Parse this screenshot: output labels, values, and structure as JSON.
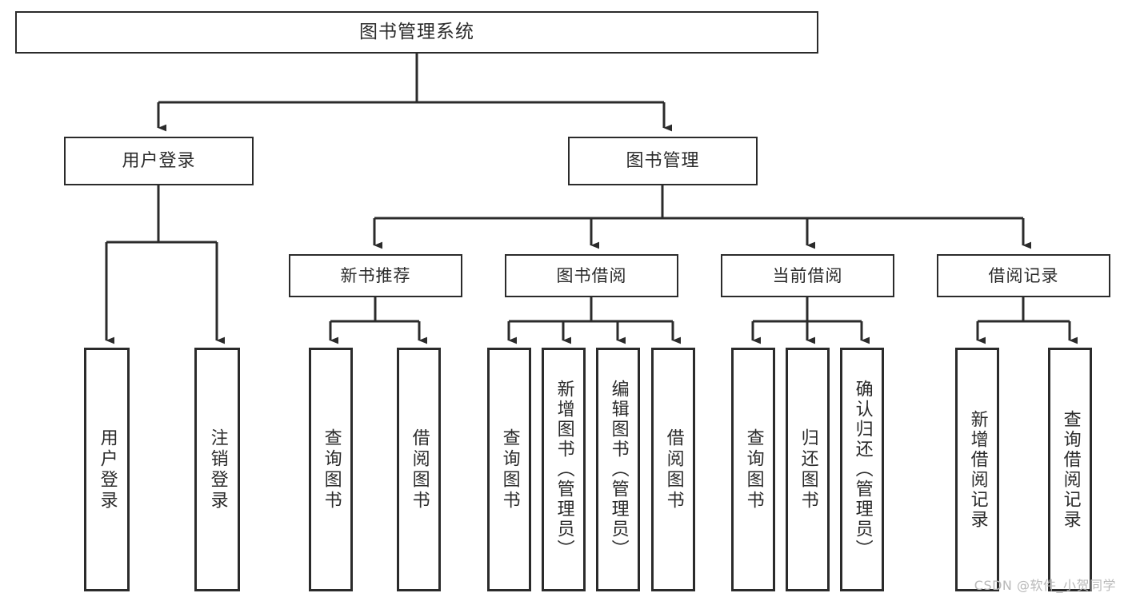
{
  "diagram": {
    "title": "图书管理系统",
    "root": {
      "label": "图书管理系统"
    },
    "level2": [
      {
        "label": "用户登录"
      },
      {
        "label": "图书管理"
      }
    ],
    "level3": [
      {
        "label": "新书推荐"
      },
      {
        "label": "图书借阅"
      },
      {
        "label": "当前借阅"
      },
      {
        "label": "借阅记录"
      }
    ],
    "leaves": [
      {
        "label": "用户登录"
      },
      {
        "label": "注销登录"
      },
      {
        "label": "查询图书"
      },
      {
        "label": "借阅图书"
      },
      {
        "label": "查询图书"
      },
      {
        "label": "新增图书（管理员）"
      },
      {
        "label": "编辑图书（管理员）"
      },
      {
        "label": "借阅图书"
      },
      {
        "label": "查询图书"
      },
      {
        "label": "归还图书"
      },
      {
        "label": "确认归还（管理员）"
      },
      {
        "label": "新增借阅记录"
      },
      {
        "label": "查询借阅记录"
      }
    ],
    "colors": {
      "stroke": "#2b2b2b",
      "fill": "#ffffff",
      "text": "#2b2b2b",
      "watermark": "#b9b9b9"
    }
  },
  "watermark": {
    "text": "CSDN @软件_小贺同学"
  }
}
